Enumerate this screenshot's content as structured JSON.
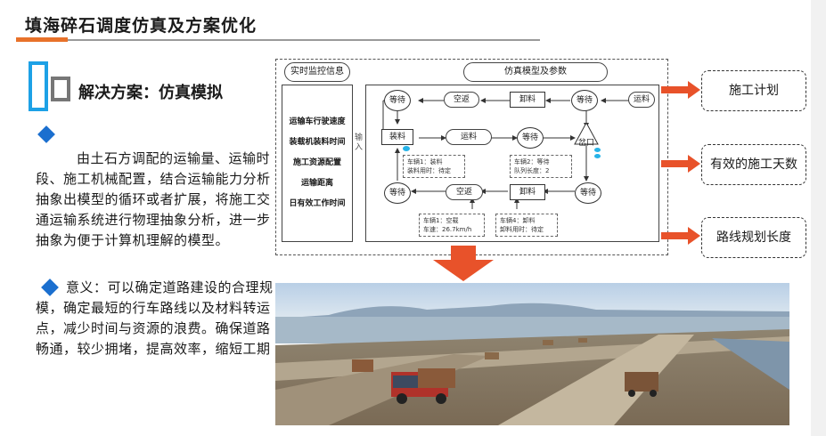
{
  "header": {
    "title": "填海碎石调度仿真及方案优化"
  },
  "solution": {
    "title": "解决方案：仿真模拟",
    "paragraph1": "由土石方调配的运输量、运输时段、施工机械配置，结合运输能力分析抽象出模型的循环或者扩展，将施工交通运输系统进行物理抽象分析，进一步抽象为便于计算机理解的模型。",
    "paragraph2": "意义：可以确定道路建设的合理规模，确定最短的行车路线以及材料转运点，减少时间与资源的浪费。确保道路畅通，较少拥堵，提高效率，缩短工期"
  },
  "diagram": {
    "monitor_label": "实时监控信息",
    "model_label": "仿真模型及参数",
    "input_label": "输入",
    "params": [
      "运输车行驶速度",
      "装载机装料时间",
      "施工资源配置",
      "运输距离",
      "日有效工作时间"
    ],
    "nodes": {
      "wait": "等待",
      "return": "空返",
      "unload": "卸料",
      "transport": "运料",
      "load": "装料",
      "fork": "岔口"
    },
    "notes": {
      "n1": [
        "车辆1：装料",
        "装料用时：待定"
      ],
      "n2": [
        "车辆2：等待",
        "队列长度：2"
      ],
      "n3": [
        "车辆1：空载",
        "车速：26.7km/h"
      ],
      "n4": [
        "车辆4：卸料",
        "卸料用时：待定"
      ]
    }
  },
  "outputs": [
    "施工计划",
    "有效的施工天数",
    "路线规划长度"
  ],
  "colors": {
    "accent_orange": "#e8722a",
    "accent_blue": "#1da1e6",
    "diamond_blue": "#1b6fcf"
  }
}
